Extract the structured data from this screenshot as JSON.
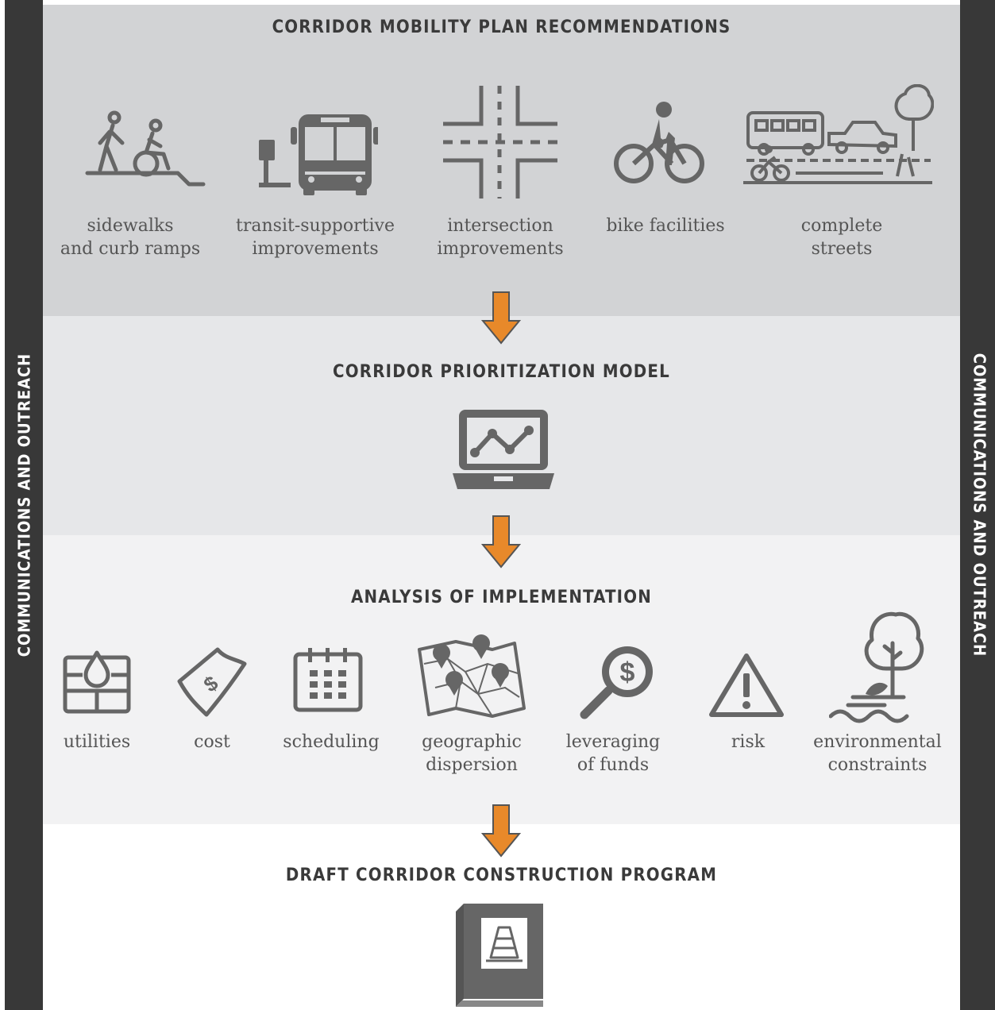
{
  "sidebar": {
    "left_label": "COMMUNICATIONS AND OUTREACH",
    "right_label": "COMMUNICATIONS AND OUTREACH"
  },
  "section1": {
    "title": "CORRIDOR MOBILITY PLAN RECOMMENDATIONS",
    "items": [
      {
        "icon": "pedestrian-wheelchair-icon",
        "line1": "sidewalks",
        "line2": "and curb ramps"
      },
      {
        "icon": "bus-stop-icon",
        "line1": "transit-supportive",
        "line2": "improvements"
      },
      {
        "icon": "intersection-icon",
        "line1": "intersection",
        "line2": "improvements"
      },
      {
        "icon": "bicycle-icon",
        "line1": "bike facilities",
        "line2": ""
      },
      {
        "icon": "complete-street-icon",
        "line1": "complete",
        "line2": "streets"
      }
    ]
  },
  "section2": {
    "title": "CORRIDOR PRIORITIZATION MODEL",
    "icon": "laptop-chart-icon"
  },
  "section3": {
    "title": "ANALYSIS OF IMPLEMENTATION",
    "items": [
      {
        "icon": "utilities-icon",
        "line1": "utilities",
        "line2": ""
      },
      {
        "icon": "cost-icon",
        "line1": "cost",
        "line2": ""
      },
      {
        "icon": "calendar-icon",
        "line1": "scheduling",
        "line2": ""
      },
      {
        "icon": "map-pins-icon",
        "line1": "geographic",
        "line2": "dispersion"
      },
      {
        "icon": "magnifier-dollar-icon",
        "line1": "leveraging",
        "line2": "of funds"
      },
      {
        "icon": "warning-icon",
        "line1": "risk",
        "line2": ""
      },
      {
        "icon": "tree-water-icon",
        "line1": "environmental",
        "line2": "constraints"
      }
    ]
  },
  "section4": {
    "title": "DRAFT CORRIDOR CONSTRUCTION PROGRAM",
    "icon": "book-cone-icon"
  },
  "colors": {
    "arrow": "#e8892a",
    "icon": "#666666",
    "sidebar": "#383838"
  }
}
